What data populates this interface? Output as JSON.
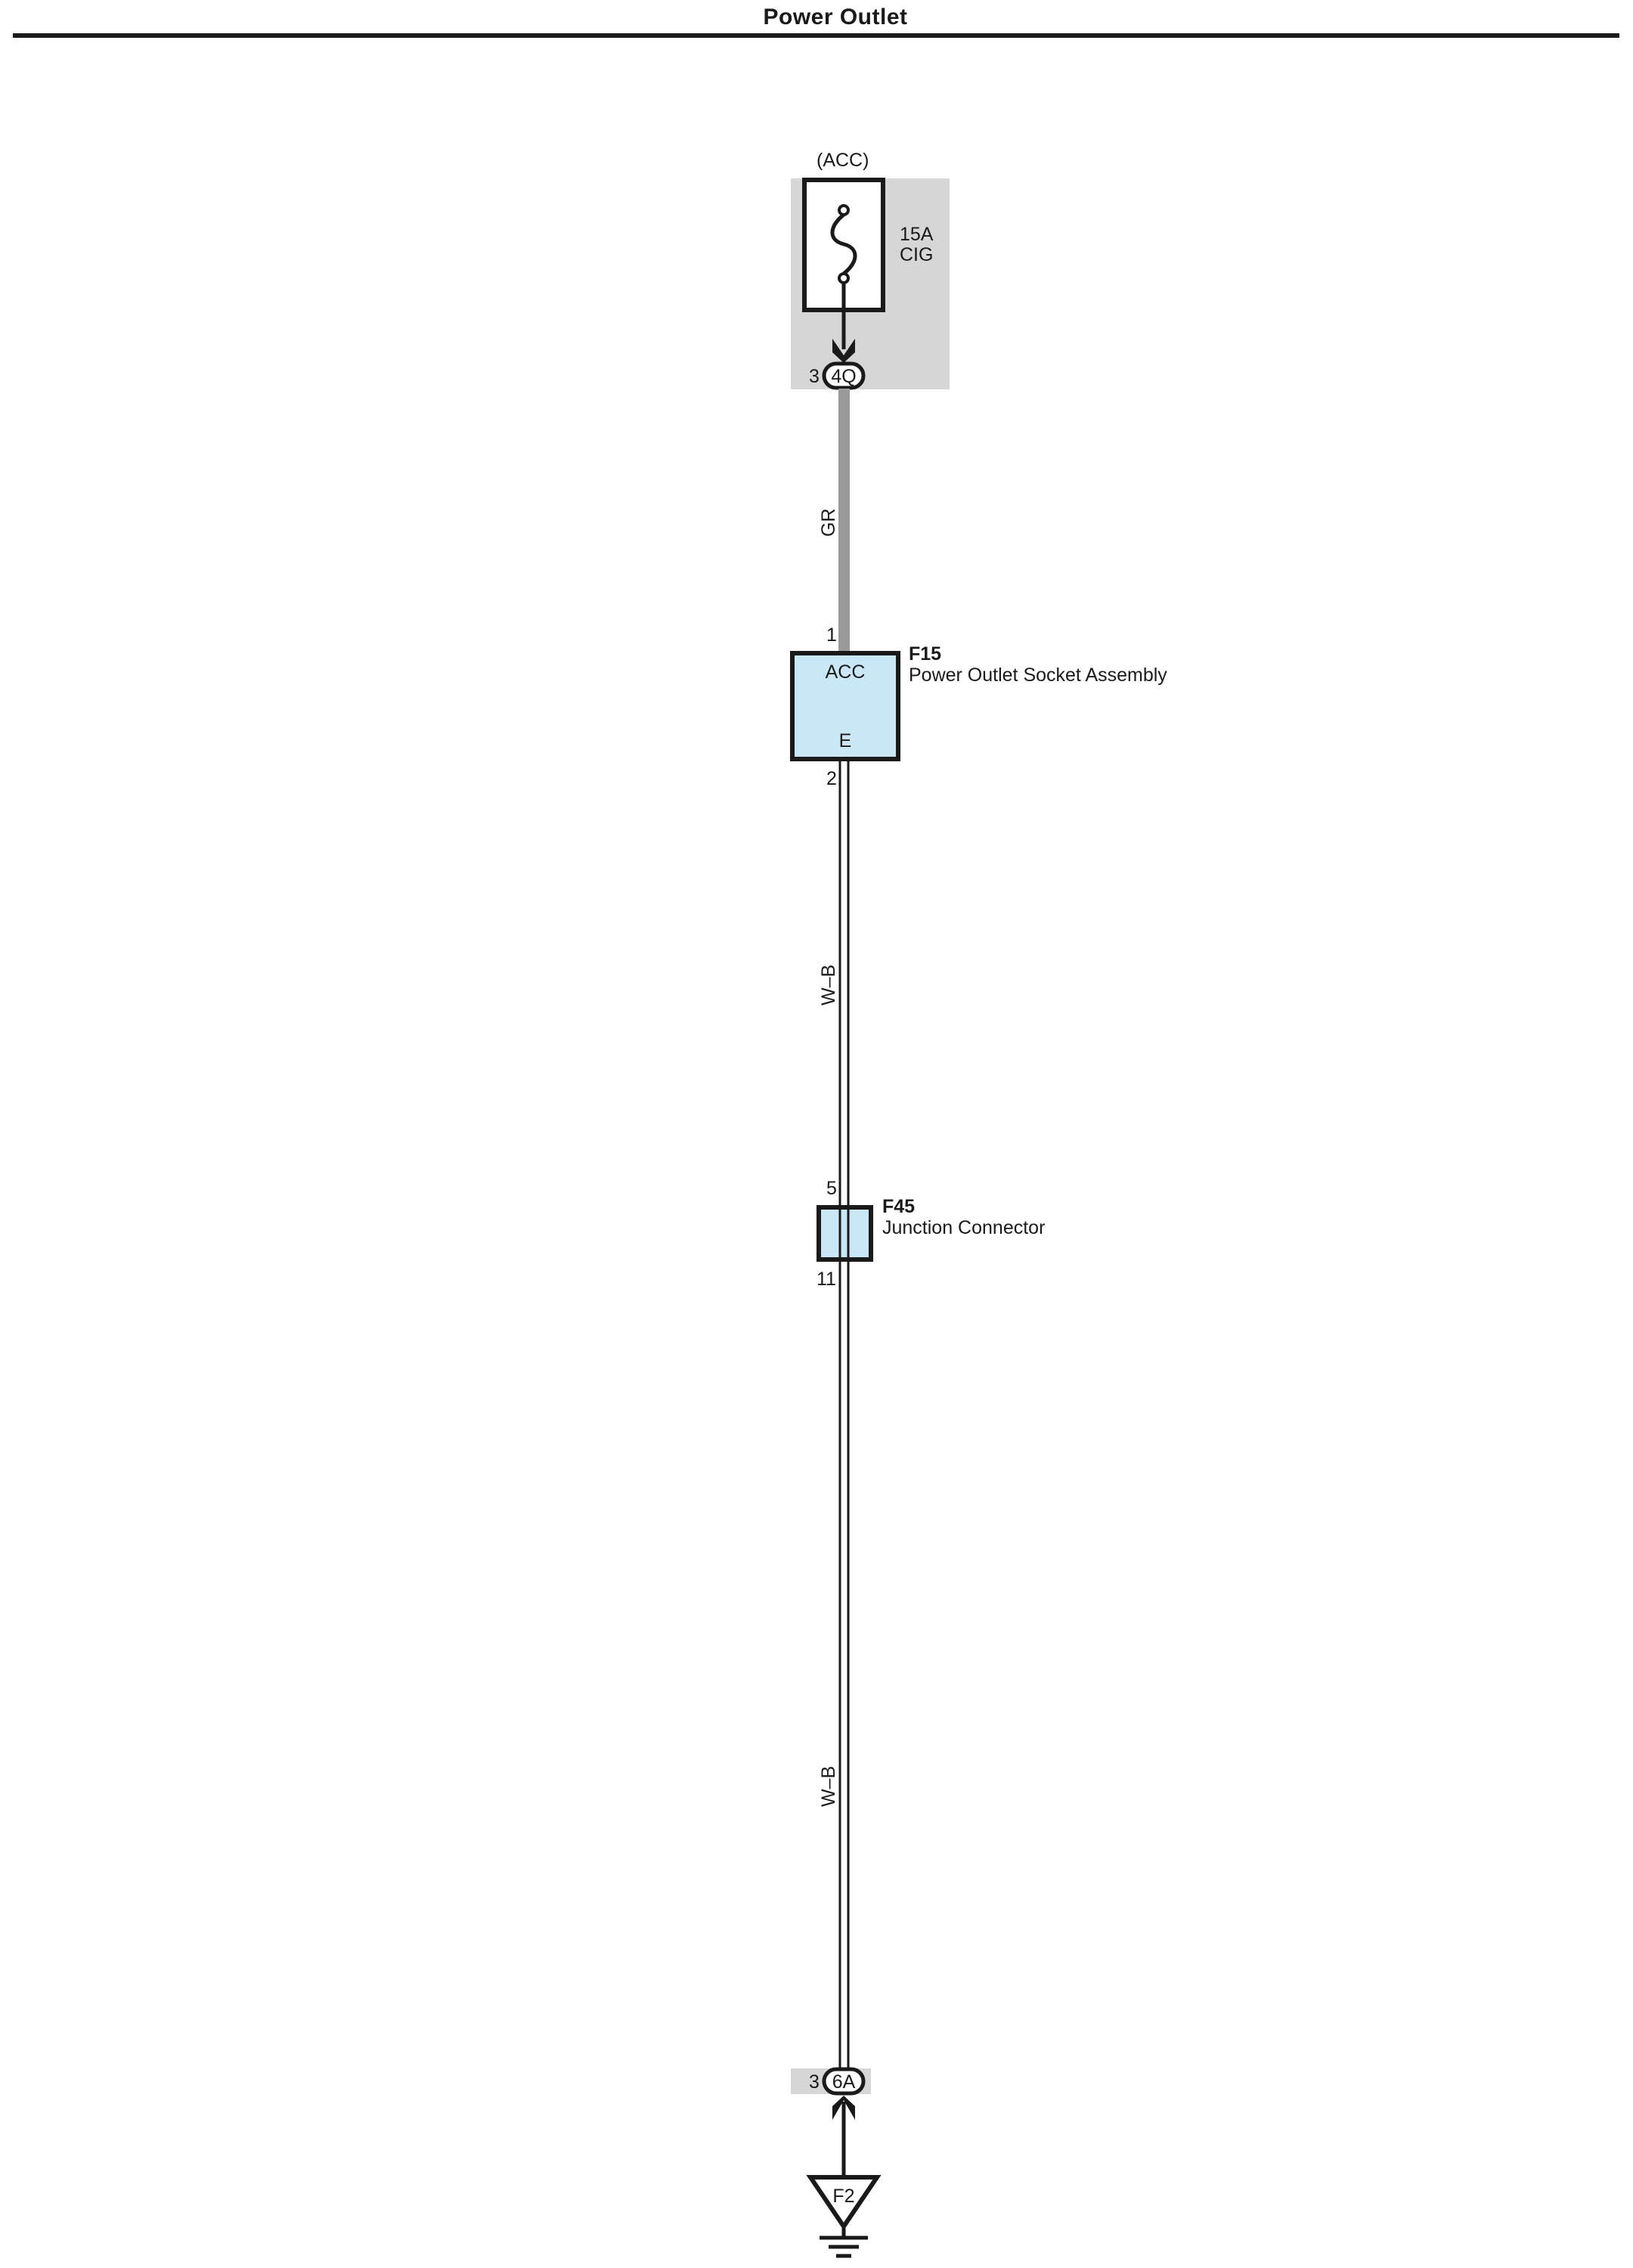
{
  "title": "Power Outlet",
  "colors": {
    "fuse_box_bg": "#d6d6d6",
    "component_fill": "#c9e7f6",
    "wire_gr": "#9a9a9a",
    "line": "#1a1a1a"
  },
  "fuse": {
    "source": "(ACC)",
    "rating": "15A",
    "name": "CIG"
  },
  "connector_top": {
    "pin": "3",
    "code": "4Q"
  },
  "wire_1": {
    "color_code": "GR"
  },
  "socket": {
    "pin_top": "1",
    "pin_bottom": "2",
    "terminal_top": "ACC",
    "terminal_bottom": "E",
    "code": "F15",
    "name": "Power Outlet Socket Assembly"
  },
  "wire_2": {
    "color_code": "W–B"
  },
  "junction": {
    "pin_top": "5",
    "pin_bottom": "11",
    "code": "F45",
    "name": "Junction Connector"
  },
  "wire_3": {
    "color_code": "W–B"
  },
  "connector_bottom": {
    "pin": "3",
    "code": "6A"
  },
  "ground": {
    "code": "F2"
  }
}
